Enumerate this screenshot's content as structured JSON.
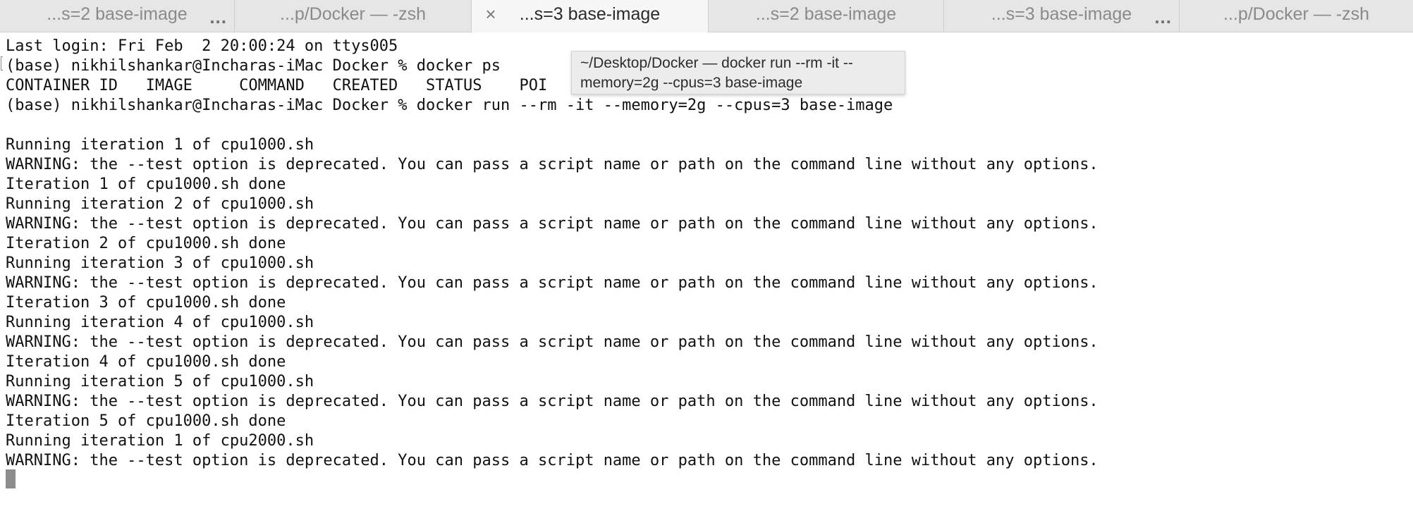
{
  "tabs": [
    {
      "label": "...s=2 base-image",
      "more": "...",
      "active": false
    },
    {
      "label": "...p/Docker — -zsh",
      "active": false
    },
    {
      "label": "...s=3 base-image",
      "close": "×",
      "active": true
    },
    {
      "label": "...s=2 base-image",
      "active": false
    },
    {
      "label": "...s=3 base-image",
      "more": "...",
      "active": false
    },
    {
      "label": "...p/Docker — -zsh",
      "active": false
    }
  ],
  "terminal": {
    "lines": [
      "Last login: Fri Feb  2 20:00:24 on ttys005",
      "(base) nikhilshankar@Incharas-iMac Docker % docker ps",
      "CONTAINER ID   IMAGE     COMMAND   CREATED   STATUS    POI",
      "(base) nikhilshankar@Incharas-iMac Docker % docker run --rm -it --memory=2g --cpus=3 base-image",
      "",
      "Running iteration 1 of cpu1000.sh",
      "WARNING: the --test option is deprecated. You can pass a script name or path on the command line without any options.",
      "Iteration 1 of cpu1000.sh done",
      "Running iteration 2 of cpu1000.sh",
      "WARNING: the --test option is deprecated. You can pass a script name or path on the command line without any options.",
      "Iteration 2 of cpu1000.sh done",
      "Running iteration 3 of cpu1000.sh",
      "WARNING: the --test option is deprecated. You can pass a script name or path on the command line without any options.",
      "Iteration 3 of cpu1000.sh done",
      "Running iteration 4 of cpu1000.sh",
      "WARNING: the --test option is deprecated. You can pass a script name or path on the command line without any options.",
      "Iteration 4 of cpu1000.sh done",
      "Running iteration 5 of cpu1000.sh",
      "WARNING: the --test option is deprecated. You can pass a script name or path on the command line without any options.",
      "Iteration 5 of cpu1000.sh done",
      "Running iteration 1 of cpu2000.sh",
      "WARNING: the --test option is deprecated. You can pass a script name or path on the command line without any options."
    ]
  },
  "tooltip": {
    "line1": "~/Desktop/Docker — docker run --rm -it --",
    "line2": "memory=2g --cpus=3 base-image"
  },
  "colors": {
    "tabbar_bg": "#e6e6e6",
    "active_tab_bg": "#f6f6f6",
    "terminal_bg": "#ffffff",
    "terminal_text": "#111111",
    "cursor": "#8c8c8c"
  },
  "icons": {
    "close": "close-icon",
    "more": "more-icon"
  }
}
